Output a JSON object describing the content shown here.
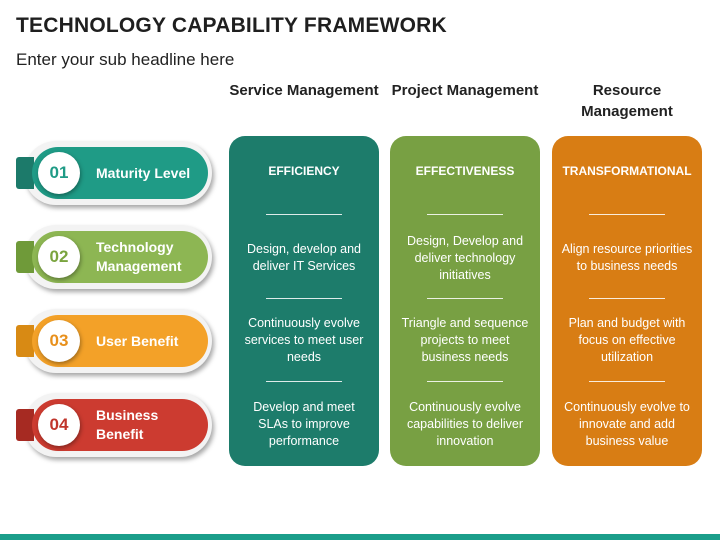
{
  "title": "TECHNOLOGY CAPABILITY FRAMEWORK",
  "subtitle": "Enter your sub headline here",
  "colors": {
    "teal": "#1f9b86",
    "teal_dark": "#1c7a6a",
    "green": "#8db653",
    "green_dark": "#6f9a39",
    "orange": "#f3a128",
    "orange_dark": "#d88a14",
    "red": "#cc3b30",
    "red_dark": "#a62a22",
    "col1": "#1d7c6b",
    "col2": "#78a043",
    "col3": "#d87d14"
  },
  "rows": [
    {
      "number": "01",
      "label": "Maturity Level"
    },
    {
      "number": "02",
      "label": "Technology Management"
    },
    {
      "number": "03",
      "label": "User Benefit"
    },
    {
      "number": "04",
      "label": "Business Benefit"
    }
  ],
  "columns": [
    {
      "header": "Service Management",
      "title": "EFFICIENCY",
      "cells": [
        "Design, develop and deliver IT Services",
        "Continuously evolve services to meet user needs",
        "Develop and meet SLAs to improve performance"
      ]
    },
    {
      "header": "Project Management",
      "title": "EFFECTIVENESS",
      "cells": [
        "Design, Develop and deliver technology initiatives",
        "Triangle and sequence projects to meet business needs",
        "Continuously evolve capabilities to deliver innovation"
      ]
    },
    {
      "header": "Resource Management",
      "title": "TRANSFORMATIONAL",
      "cells": [
        "Align resource priorities to business needs",
        "Plan and budget with focus on effective utilization",
        "Continuously evolve to innovate and add business value"
      ]
    }
  ]
}
